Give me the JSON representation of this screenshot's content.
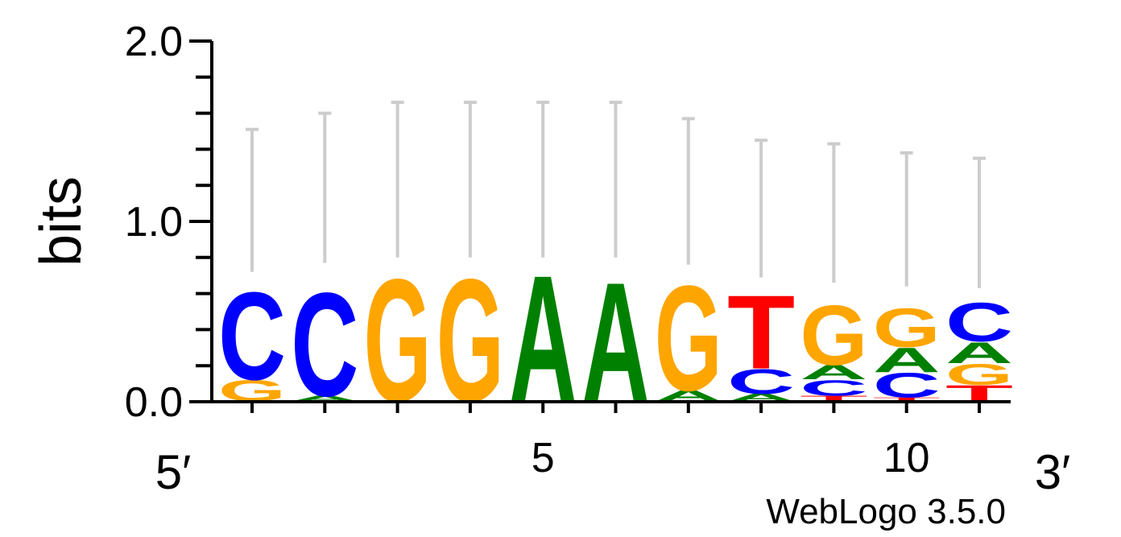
{
  "chart_data": {
    "type": "sequence-logo",
    "ylabel": "bits",
    "ylim": [
      0,
      2
    ],
    "y_ticks": [
      "0.0",
      "1.0",
      "2.0"
    ],
    "x_tick_labels": [
      {
        "pos": 5,
        "label": "5"
      },
      {
        "pos": 10,
        "label": "10"
      }
    ],
    "end_labels": {
      "left": "5′",
      "right": "3′"
    },
    "credit": "WebLogo 3.5.0",
    "colors": {
      "A": "#008000",
      "C": "#0000ff",
      "G": "#ffa500",
      "T": "#ff0000",
      "errorbar": "#cccccc"
    },
    "positions": [
      {
        "pos": 1,
        "letters": [
          {
            "base": "G",
            "bits": 0.12
          },
          {
            "base": "C",
            "bits": 0.5
          }
        ],
        "error": [
          0.72,
          1.51
        ]
      },
      {
        "pos": 2,
        "letters": [
          {
            "base": "A",
            "bits": 0.03
          },
          {
            "base": "C",
            "bits": 0.59
          }
        ],
        "error": [
          0.77,
          1.6
        ]
      },
      {
        "pos": 3,
        "letters": [
          {
            "base": "G",
            "bits": 0.7
          }
        ],
        "error": [
          0.8,
          1.66
        ]
      },
      {
        "pos": 4,
        "letters": [
          {
            "base": "G",
            "bits": 0.7
          }
        ],
        "error": [
          0.8,
          1.66
        ]
      },
      {
        "pos": 5,
        "letters": [
          {
            "base": "A",
            "bits": 0.72
          }
        ],
        "error": [
          0.8,
          1.66
        ]
      },
      {
        "pos": 6,
        "letters": [
          {
            "base": "A",
            "bits": 0.68
          }
        ],
        "error": [
          0.8,
          1.66
        ]
      },
      {
        "pos": 7,
        "letters": [
          {
            "base": "A",
            "bits": 0.06
          },
          {
            "base": "G",
            "bits": 0.6
          }
        ],
        "error": [
          0.76,
          1.57
        ]
      },
      {
        "pos": 8,
        "letters": [
          {
            "base": "A",
            "bits": 0.04
          },
          {
            "base": "C",
            "bits": 0.14
          },
          {
            "base": "T",
            "bits": 0.42
          }
        ],
        "error": [
          0.69,
          1.45
        ]
      },
      {
        "pos": 9,
        "letters": [
          {
            "base": "T",
            "bits": 0.03
          },
          {
            "base": "C",
            "bits": 0.09
          },
          {
            "base": "A",
            "bits": 0.08
          },
          {
            "base": "G",
            "bits": 0.34
          }
        ],
        "error": [
          0.66,
          1.43
        ]
      },
      {
        "pos": 10,
        "letters": [
          {
            "base": "T",
            "bits": 0.02
          },
          {
            "base": "C",
            "bits": 0.14
          },
          {
            "base": "A",
            "bits": 0.14
          },
          {
            "base": "G",
            "bits": 0.22
          }
        ],
        "error": [
          0.64,
          1.38
        ]
      },
      {
        "pos": 11,
        "letters": [
          {
            "base": "T",
            "bits": 0.09
          },
          {
            "base": "G",
            "bits": 0.12
          },
          {
            "base": "A",
            "bits": 0.12
          },
          {
            "base": "C",
            "bits": 0.22
          }
        ],
        "error": [
          0.63,
          1.35
        ]
      }
    ]
  }
}
